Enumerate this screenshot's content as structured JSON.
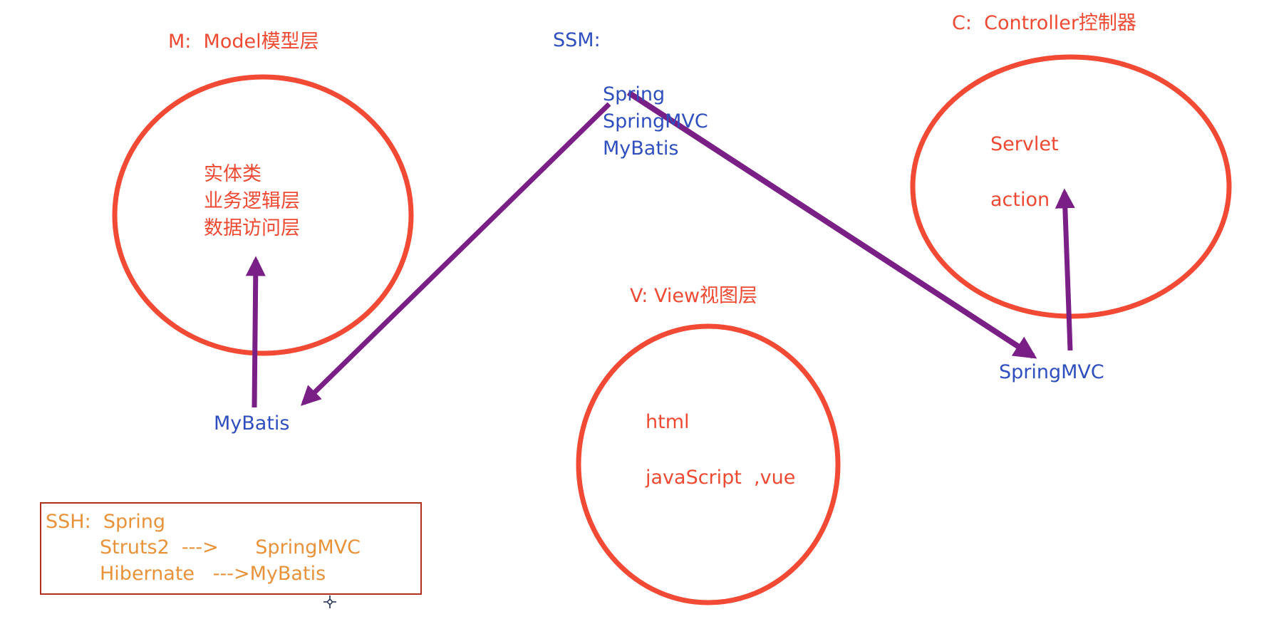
{
  "ssm": {
    "title": "SSM:",
    "items": [
      "Spring",
      "SpringMVC",
      "MyBatis"
    ]
  },
  "model": {
    "title": "M:  Model模型层",
    "items": [
      "实体类",
      "业务逻辑层",
      "数据访问层"
    ],
    "framework": "MyBatis"
  },
  "controller": {
    "title": "C:  Controller控制器",
    "items": [
      "Servlet",
      "action"
    ],
    "framework": "SpringMVC"
  },
  "view": {
    "title": "V: View视图层",
    "items": [
      "html",
      "javaScript  ,vue"
    ]
  },
  "ssh": {
    "line1": "SSH:  Spring",
    "line2": "Struts2  --->      SpringMVC",
    "line3": "Hibernate   --->MyBatis"
  },
  "colors": {
    "red": "#ee4a33",
    "blue": "#2f4fbf",
    "orange": "#e8923a",
    "arrow": "#7a1f86"
  }
}
